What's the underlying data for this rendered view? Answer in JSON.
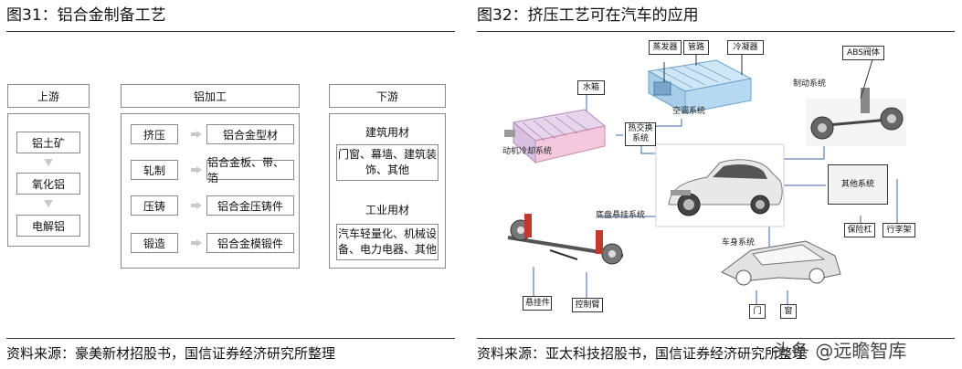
{
  "left_figure": {
    "title": "图31：铝合金制备工艺",
    "source": "资料来源：豪美新材招股书，国信证券经济研究所整理",
    "upstream": {
      "header": "上游",
      "items": [
        "铝土矿",
        "氧化铝",
        "电解铝"
      ]
    },
    "processing": {
      "header": "铝加工",
      "rows": [
        {
          "process": "挤压",
          "product": "铝合金型材"
        },
        {
          "process": "轧制",
          "product": "铝合金板、带、箔"
        },
        {
          "process": "压铸",
          "product": "铝合金压铸件"
        },
        {
          "process": "锻造",
          "product": "铝合金模锻件"
        }
      ]
    },
    "downstream": {
      "header": "下游",
      "sections": [
        {
          "title": "建筑用材",
          "lines": [
            "门窗、幕墙、建筑装",
            "饰、其他"
          ]
        },
        {
          "title": "工业用材",
          "lines": [
            "汽车轻量化、机械设",
            "备、电力电器、其他"
          ]
        }
      ]
    }
  },
  "right_figure": {
    "title": "图32：挤压工艺可在汽车的应用",
    "source": "资料来源：亚太科技招股书，国信证券经济研究所整理",
    "labels": {
      "water_tank": "水箱",
      "evaporator": "蒸发器",
      "pipes": "管路",
      "condenser": "冷凝器",
      "ac_system": "空调系统",
      "engine_cooling": "动机冷却系统",
      "heat_exchange": "热交换系统",
      "abs_valve": "ABS阀体",
      "brake_system": "制动系统",
      "other_system": "其他系统",
      "bumper": "保险杠",
      "luggage_rack": "行李架",
      "chassis": "底盘悬挂系统",
      "suspension": "悬挂件",
      "control_arm": "控制臂",
      "body": "车身系统",
      "door": "门",
      "window": "窗"
    }
  },
  "watermark": "头条 @远瞻智库",
  "colors": {
    "rule": "#333333",
    "box_border": "#8a8a8a",
    "arrow": "#c9c9c9",
    "connector": "#3a66b3"
  }
}
